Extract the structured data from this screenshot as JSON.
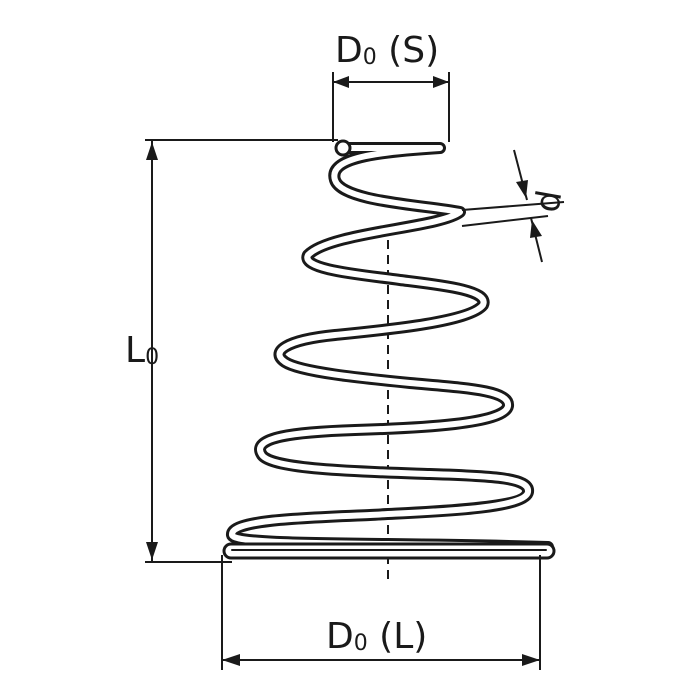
{
  "labels": {
    "top_diameter": {
      "main": "D",
      "sub": "0",
      "suffix": " (S)"
    },
    "bottom_diameter": {
      "main": "D",
      "sub": "0",
      "suffix": " (L)"
    },
    "free_length": {
      "main": "L",
      "sub": "0"
    },
    "wire_diameter": {
      "main": "d"
    }
  },
  "colors": {
    "line": "#1a1a1a",
    "background": "#ffffff"
  }
}
